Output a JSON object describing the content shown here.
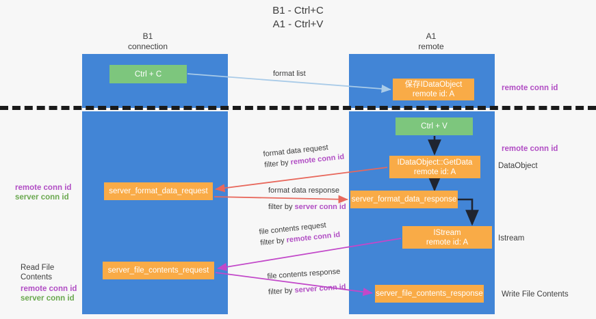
{
  "title": {
    "line1": "B1 - Ctrl+C",
    "line2": "A1 - Ctrl+V"
  },
  "columns": [
    {
      "id": "b1",
      "name": "B1",
      "role": "connection"
    },
    {
      "id": "a1",
      "name": "A1",
      "role": "remote"
    }
  ],
  "nodes": {
    "ctrl_c": {
      "label": "Ctrl + C",
      "sub": "",
      "color": "#7dc67d"
    },
    "save_idataobject": {
      "label": "保存IDataObject",
      "sub": "remote id: A",
      "color": "#f9ab47"
    },
    "ctrl_v": {
      "label": "Ctrl + V",
      "sub": "",
      "color": "#7dc67d"
    },
    "getdata": {
      "label": "IDataObject::GetData",
      "sub": "remote id: A",
      "color": "#f9ab47"
    },
    "server_format_data_request": {
      "label": "server_format_data_request",
      "sub": "",
      "color": "#f9ab47"
    },
    "server_format_data_response": {
      "label": "server_format_data_response",
      "sub": "",
      "color": "#f9ab47"
    },
    "istream": {
      "label": "IStream",
      "sub": "remote id: A",
      "color": "#f9ab47"
    },
    "server_file_contents_request": {
      "label": "server_file_contents_request",
      "sub": "",
      "color": "#f9ab47"
    },
    "server_file_contents_response": {
      "label": "server_file_contents_response",
      "sub": "",
      "color": "#f9ab47"
    }
  },
  "edges": {
    "format_list": {
      "line1": "format list",
      "line2_prefix": "",
      "line2_key": ""
    },
    "format_data_request": {
      "line1": "format data request",
      "line2_prefix": "filter by ",
      "line2_key": "remote conn id"
    },
    "format_data_response": {
      "line1": "format data response",
      "line2_prefix": "filter by ",
      "line2_key": "server conn id"
    },
    "file_contents_request": {
      "line1": "file contents request",
      "line2_prefix": "filter by ",
      "line2_key": "remote conn id"
    },
    "file_contents_response": {
      "line1": "file contents response",
      "line2_prefix": "filter by ",
      "line2_key": "server conn id"
    }
  },
  "annotations": {
    "remote_conn_id_top": "remote conn id",
    "remote_conn_id_mid": "remote conn id",
    "dataobject": "DataObject",
    "istream": "Istream",
    "write_file_contents": "Write File Contents",
    "read_file_contents": "Read File Contents",
    "left_remote_conn_id_1": "remote conn id",
    "left_server_conn_id_1": "server conn id",
    "left_remote_conn_id_2": "remote conn id",
    "left_server_conn_id_2": "server conn id"
  },
  "colors": {
    "lane": "#4285d6",
    "green_node": "#7dc67d",
    "orange_node": "#f9ab47",
    "purple_text": "#b14ec4",
    "green_text": "#6aa84f",
    "arrow_blue": "#a9cbe8",
    "arrow_red": "#e8685c",
    "arrow_magenta": "#c248c9",
    "arrow_dark": "#1f2430",
    "divider": "#1a1a1a",
    "background": "#f7f7f7"
  }
}
